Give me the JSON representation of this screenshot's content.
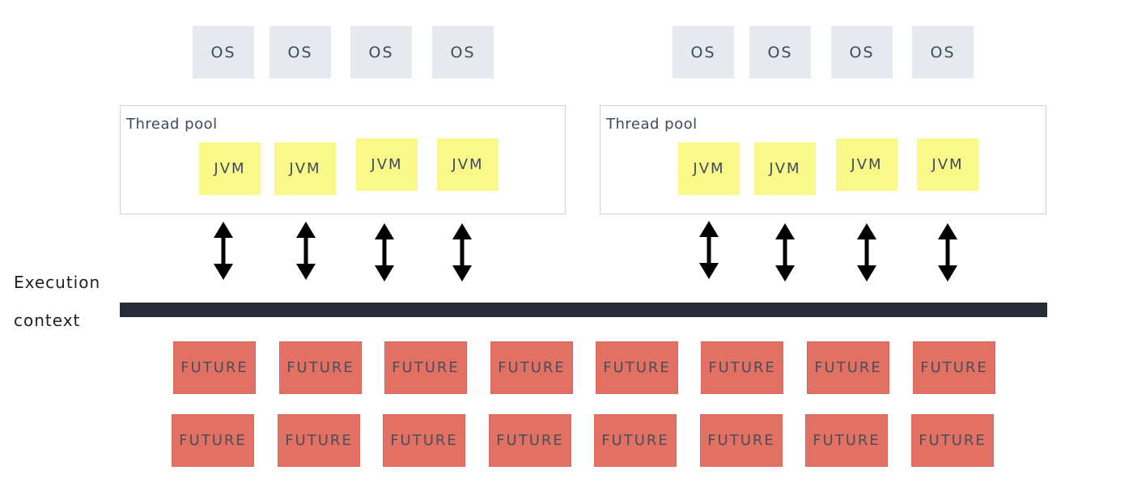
{
  "os_label": "OS",
  "jvm_label": "JVM",
  "future_label": "FUTURE",
  "pools": [
    {
      "label": "Thread pool"
    },
    {
      "label": "Thread pool"
    }
  ],
  "execution_context": {
    "line1": "Execution",
    "line2": "context"
  },
  "counts": {
    "os_per_pool": 4,
    "jvm_per_pool": 4,
    "future_rows": 2,
    "future_per_row": 8
  },
  "colors": {
    "os_fill": "#e6eaee",
    "jvm_fill": "#fbf88a",
    "future_fill": "#e27063",
    "bar": "#272d38",
    "text": "#3f4b5a"
  }
}
